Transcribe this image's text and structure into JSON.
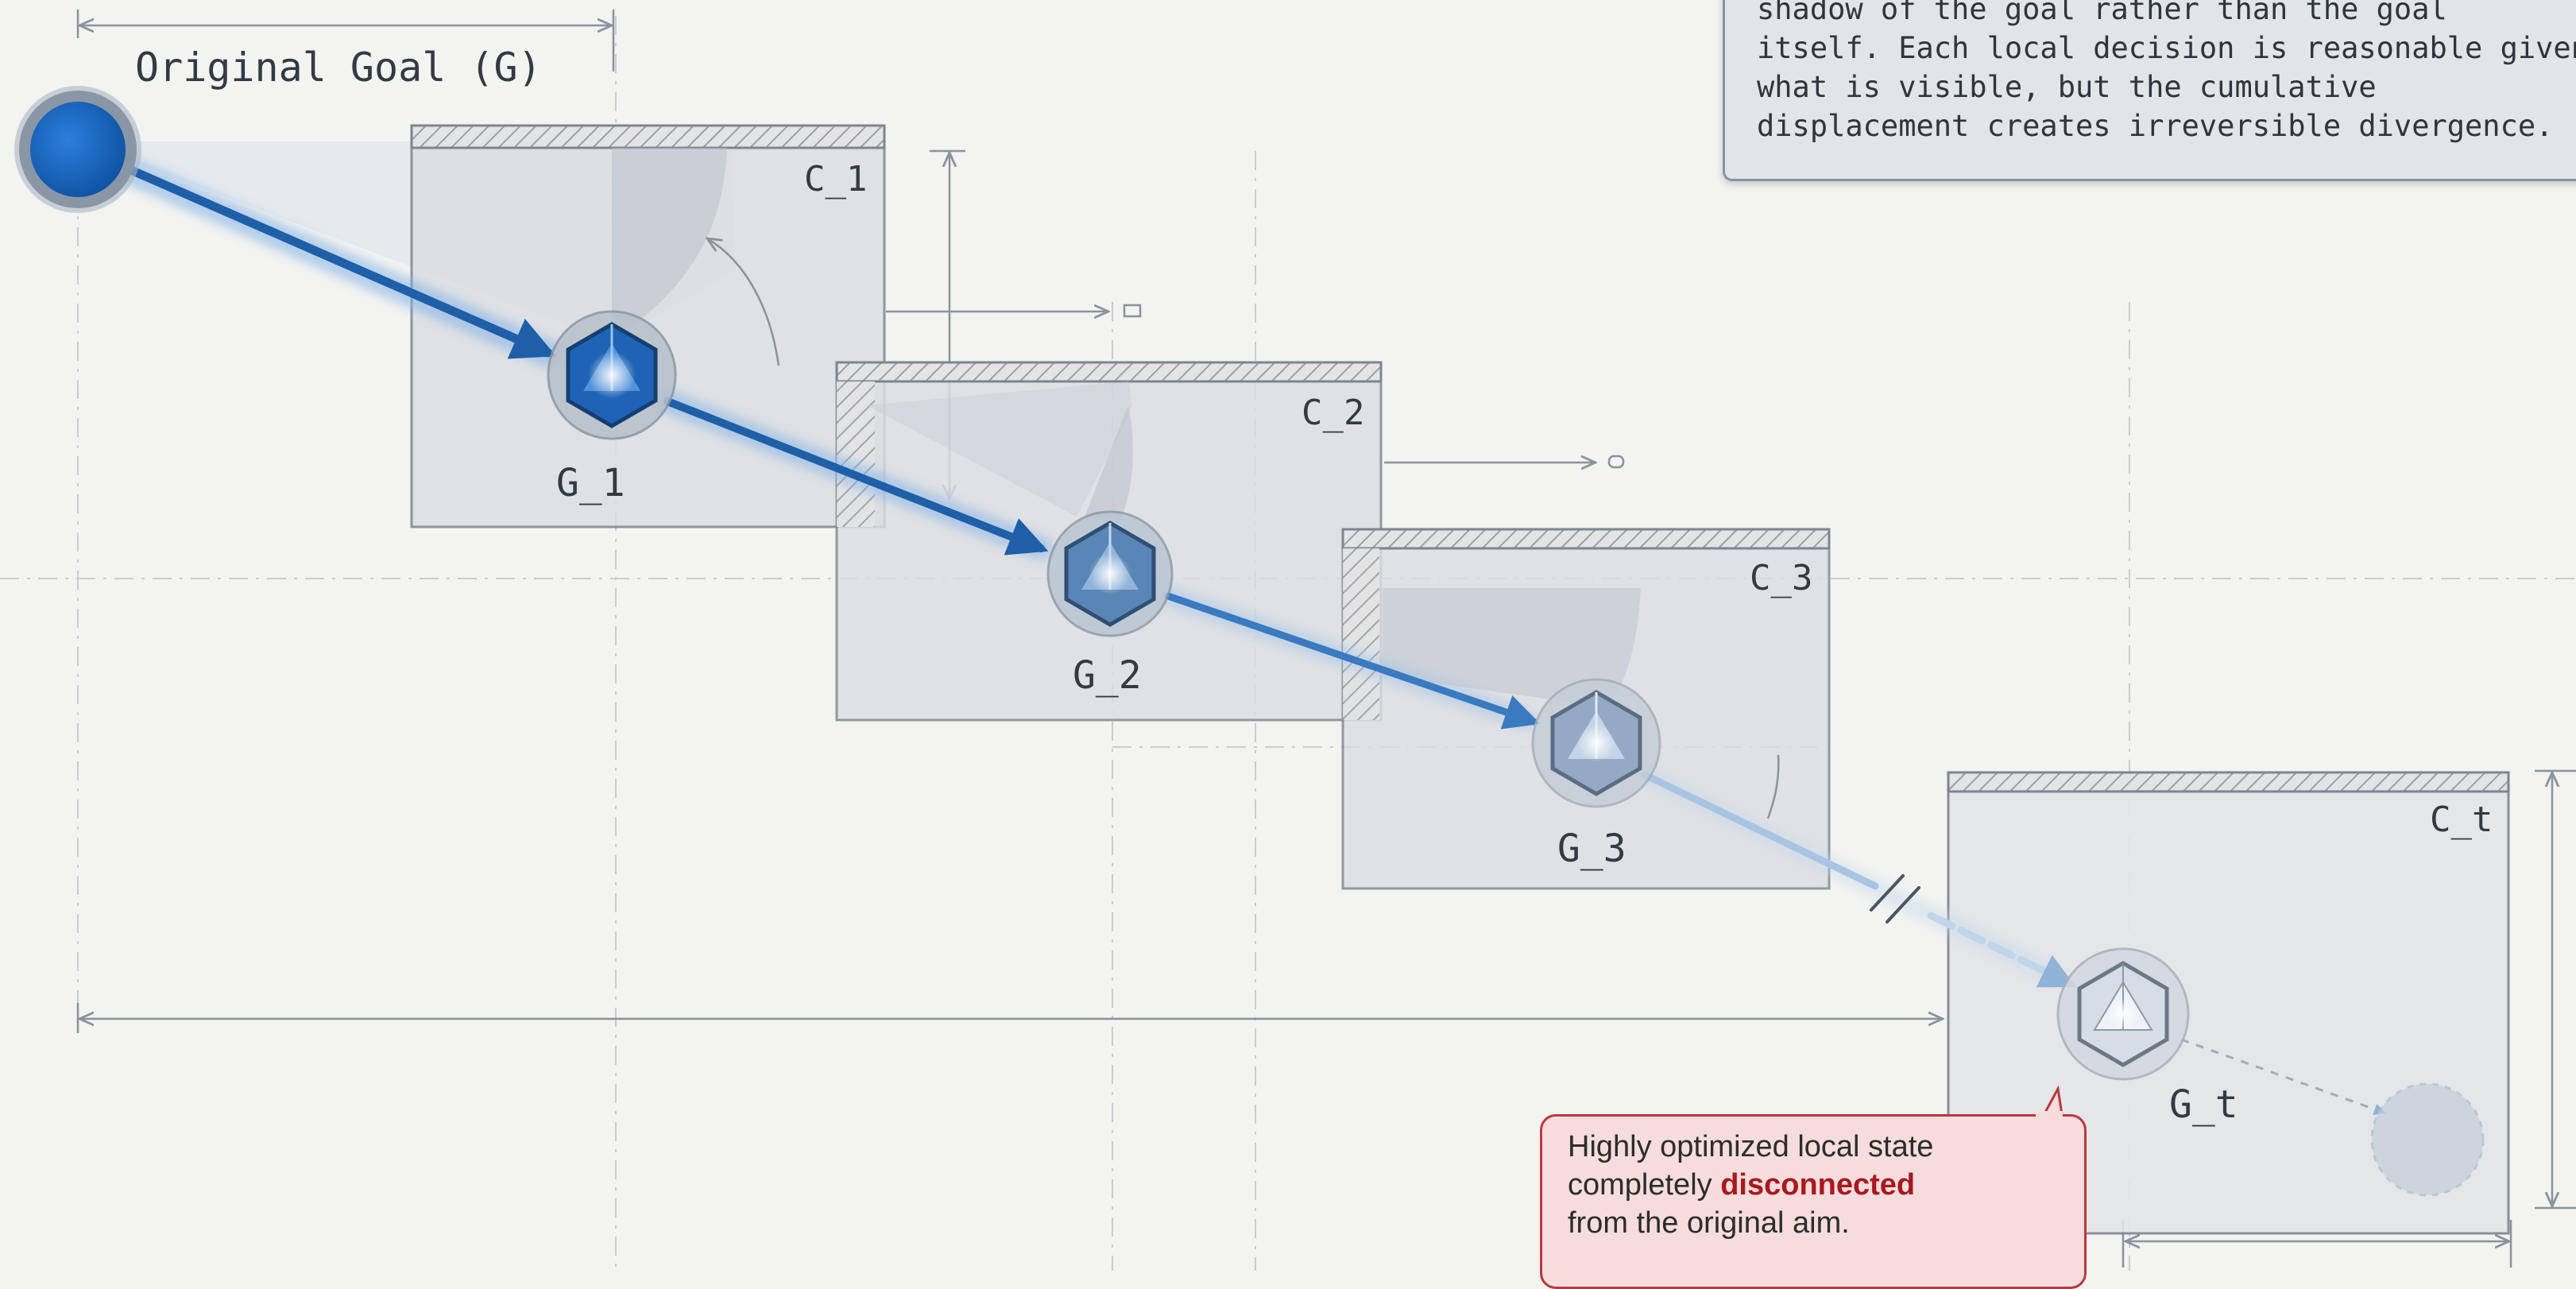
{
  "goal": {
    "label": "Original Goal (G)",
    "color": "#1565c0"
  },
  "contexts": [
    {
      "label": "C_1"
    },
    {
      "label": "C_2"
    },
    {
      "label": "C_3"
    },
    {
      "label": "C_t"
    }
  ],
  "nodes": [
    {
      "label": "G_1"
    },
    {
      "label": "G_2"
    },
    {
      "label": "G_3"
    },
    {
      "label": "G_t"
    }
  ],
  "note": {
    "lines": [
      "shadow of the goal rather than the goal",
      "itself. Each local decision is reasonable given",
      "what is visible, but the cumulative",
      "displacement creates irreversible divergence."
    ]
  },
  "callout": {
    "line1": "Highly optimized local state",
    "line2_pre": "completely ",
    "line2_emph": "disconnected",
    "line3": "from the original aim.",
    "border_color": "#b8393d",
    "emph_color": "#a8181e"
  },
  "colors": {
    "arrow": "#1e5fa8",
    "background": "#f3f3f0",
    "frame_fill": "#dcdee2",
    "frame_stroke": "#7d8591"
  }
}
